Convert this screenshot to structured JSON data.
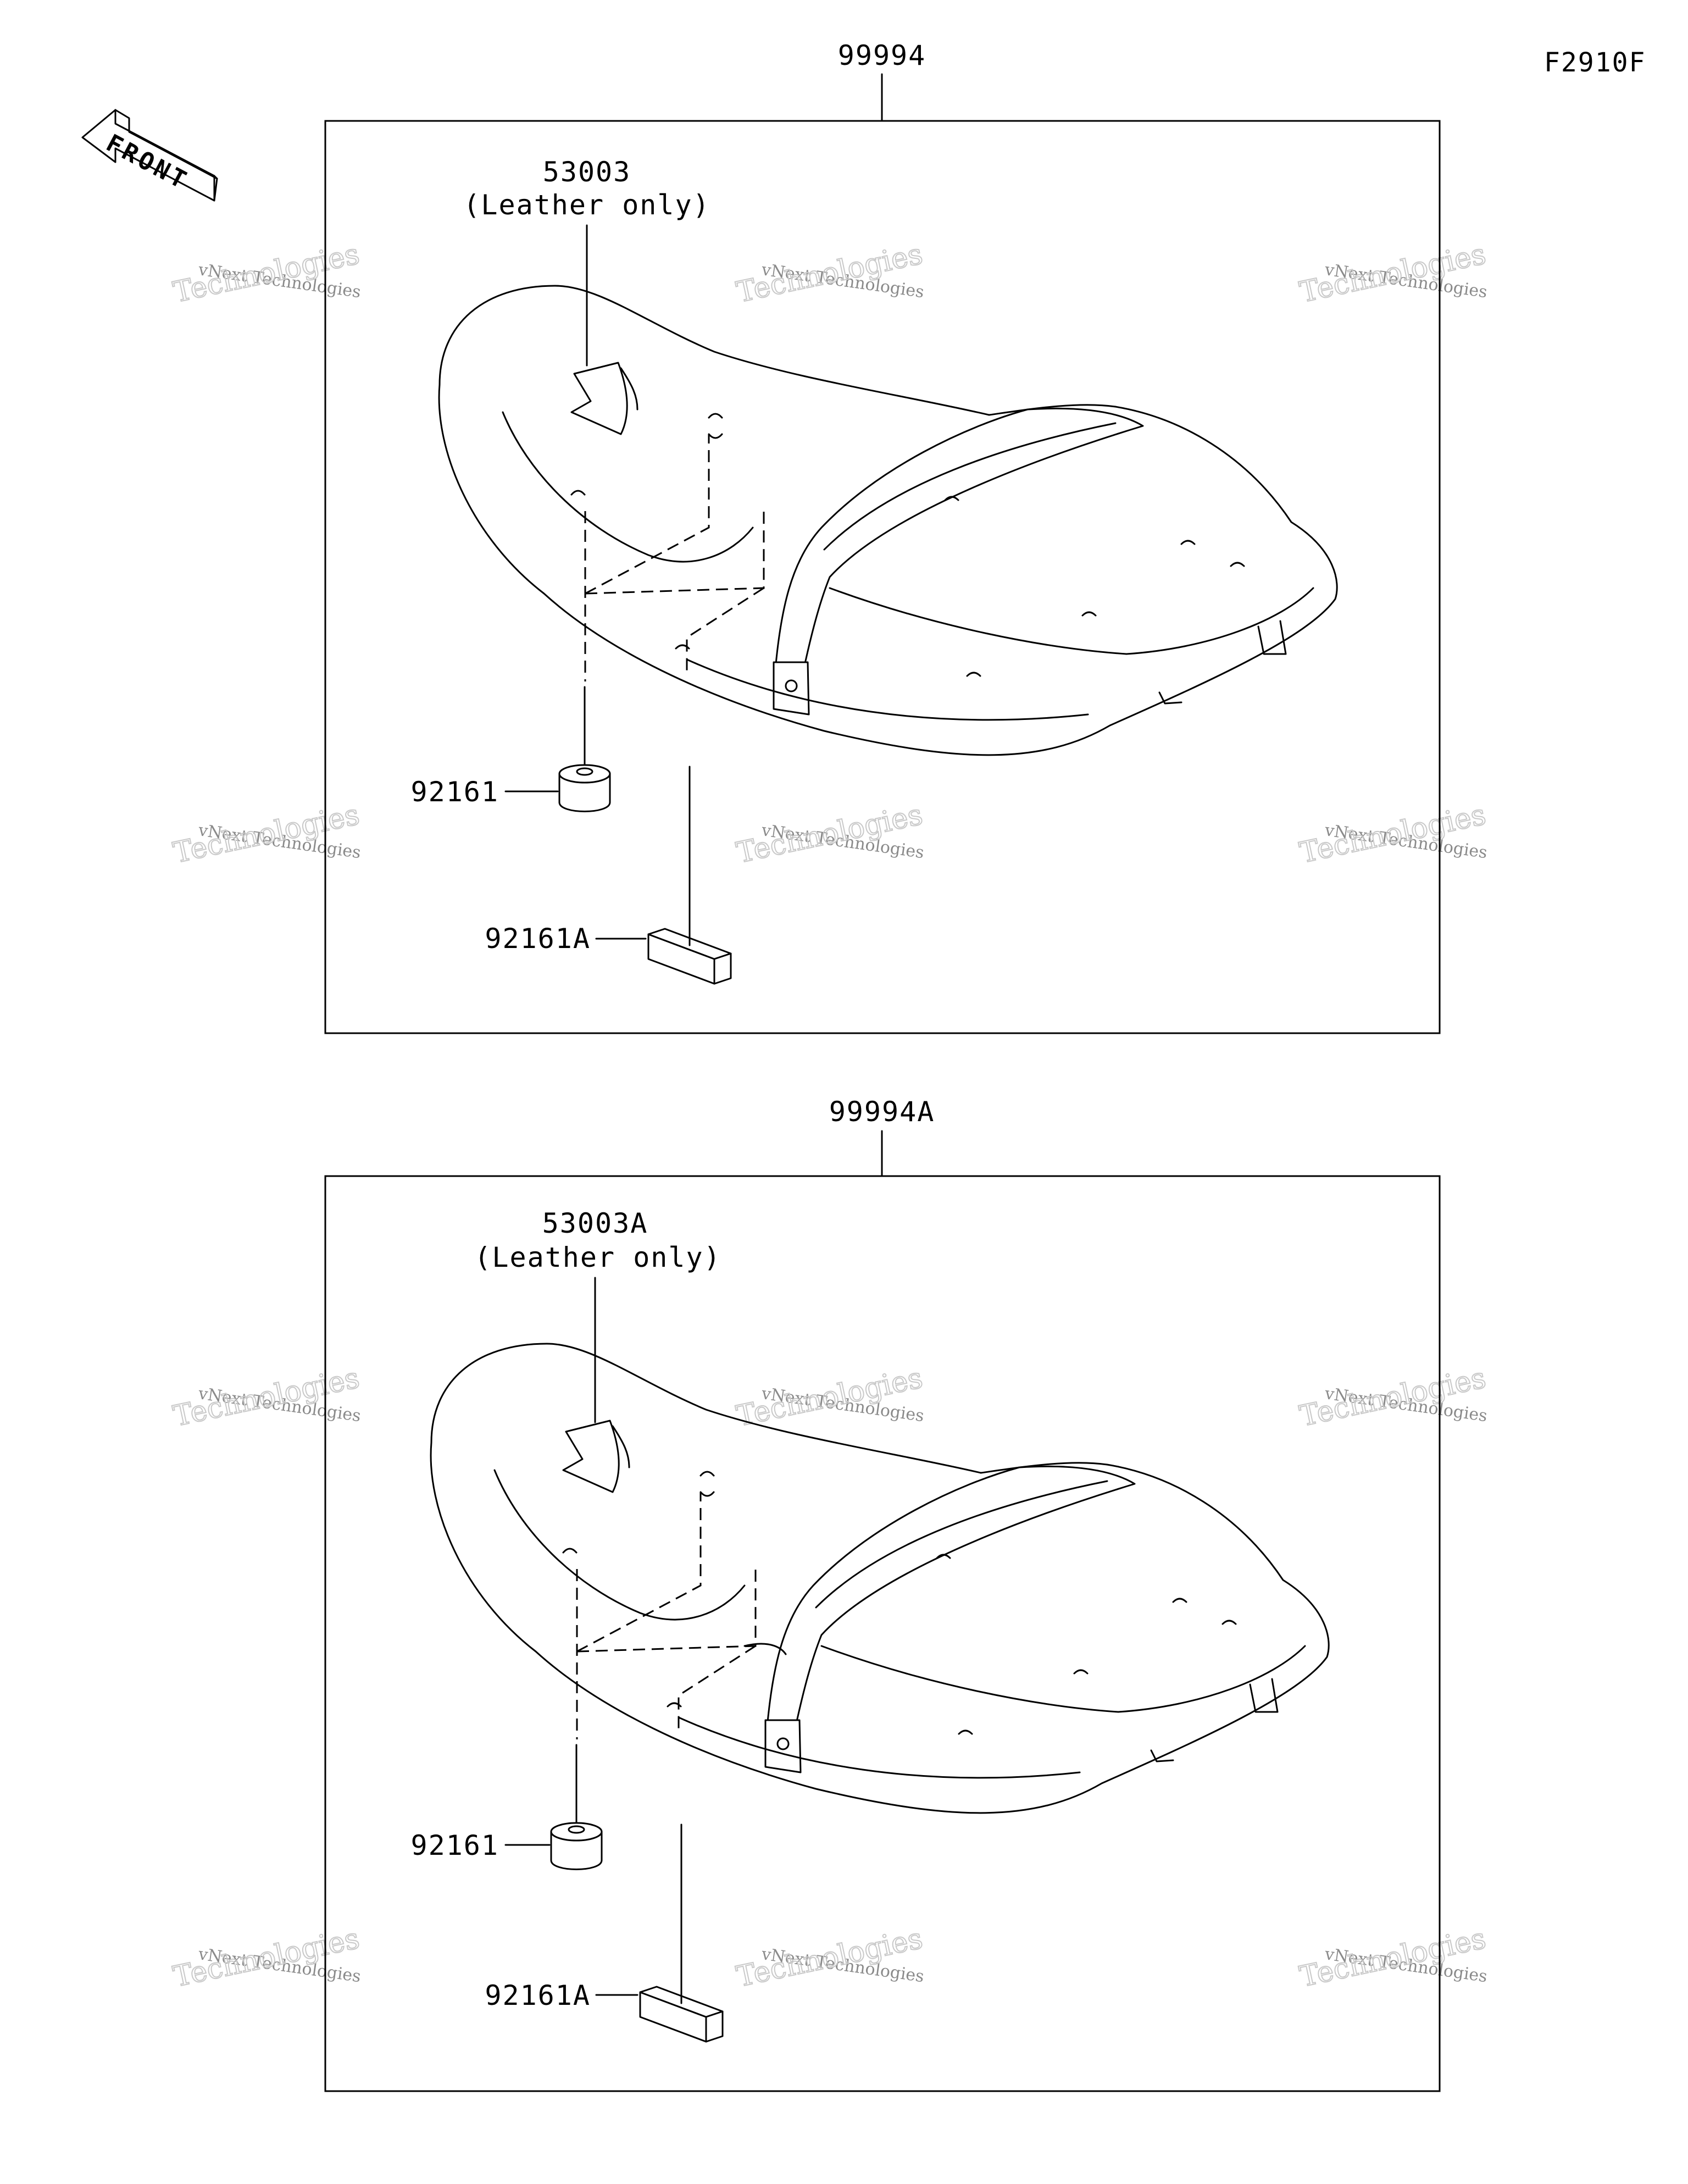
{
  "figure_code": "F2910F",
  "front_label": "FRONT",
  "watermark": {
    "line1": "vNext Technologies",
    "line2": "Technologies"
  },
  "panels": [
    {
      "assembly": "99994",
      "cover": "53003",
      "cover_note": "(Leather only)",
      "damper": "92161",
      "damper_block": "92161A"
    },
    {
      "assembly": "99994A",
      "cover": "53003A",
      "cover_note": "(Leather only)",
      "damper": "92161",
      "damper_block": "92161A"
    }
  ]
}
